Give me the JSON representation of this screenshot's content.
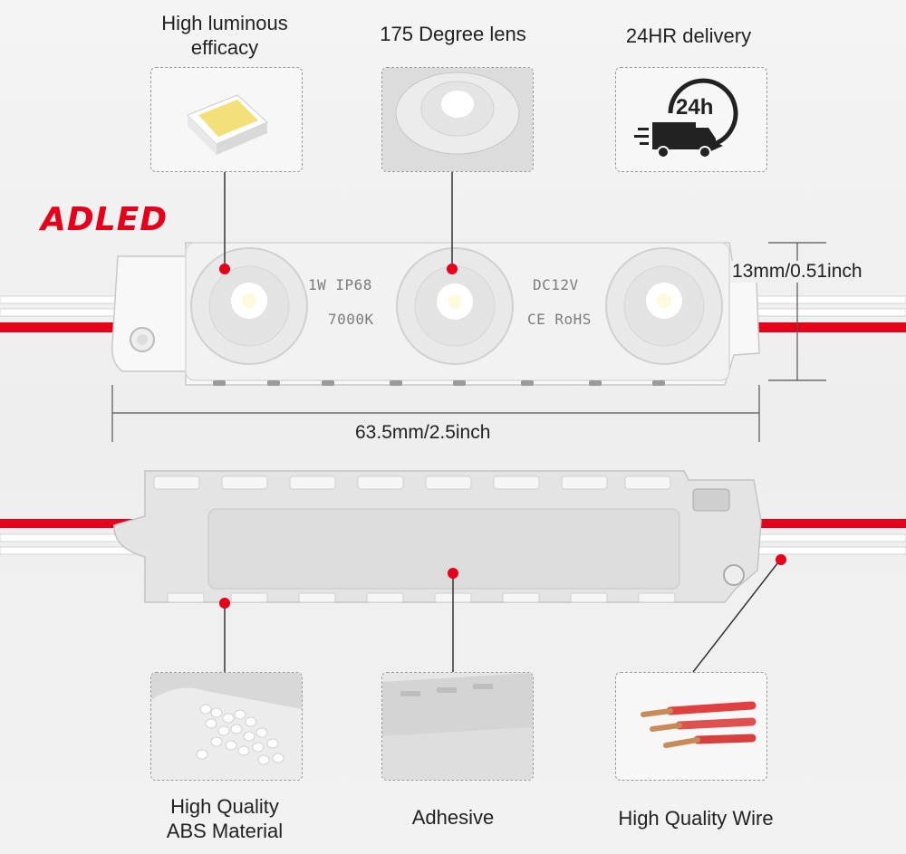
{
  "brand": {
    "logo_text": "ADLED",
    "accent_color": "#e6001a"
  },
  "features_top": [
    {
      "label": "High luminous\nefficacy",
      "icon": "smd-led-chip-icon"
    },
    {
      "label": "175 Degree lens",
      "icon": "lens-icon"
    },
    {
      "label": "24HR delivery",
      "icon": "delivery-truck-24h-icon"
    }
  ],
  "features_bottom": [
    {
      "label": "High Quality\nABS Material",
      "icon": "abs-pellets-icon"
    },
    {
      "label": "Adhesive",
      "icon": "adhesive-tape-icon"
    },
    {
      "label": "High Quality Wire",
      "icon": "copper-wire-icon"
    }
  ],
  "module_front": {
    "spec_1": "1W IP68",
    "spec_2": "7000K",
    "spec_3": "DC12V",
    "spec_4": "CE RoHS"
  },
  "dimensions": {
    "height": "13mm/0.51inch",
    "width": "63.5mm/2.5inch"
  },
  "icon_text": {
    "delivery_badge": "24h"
  }
}
